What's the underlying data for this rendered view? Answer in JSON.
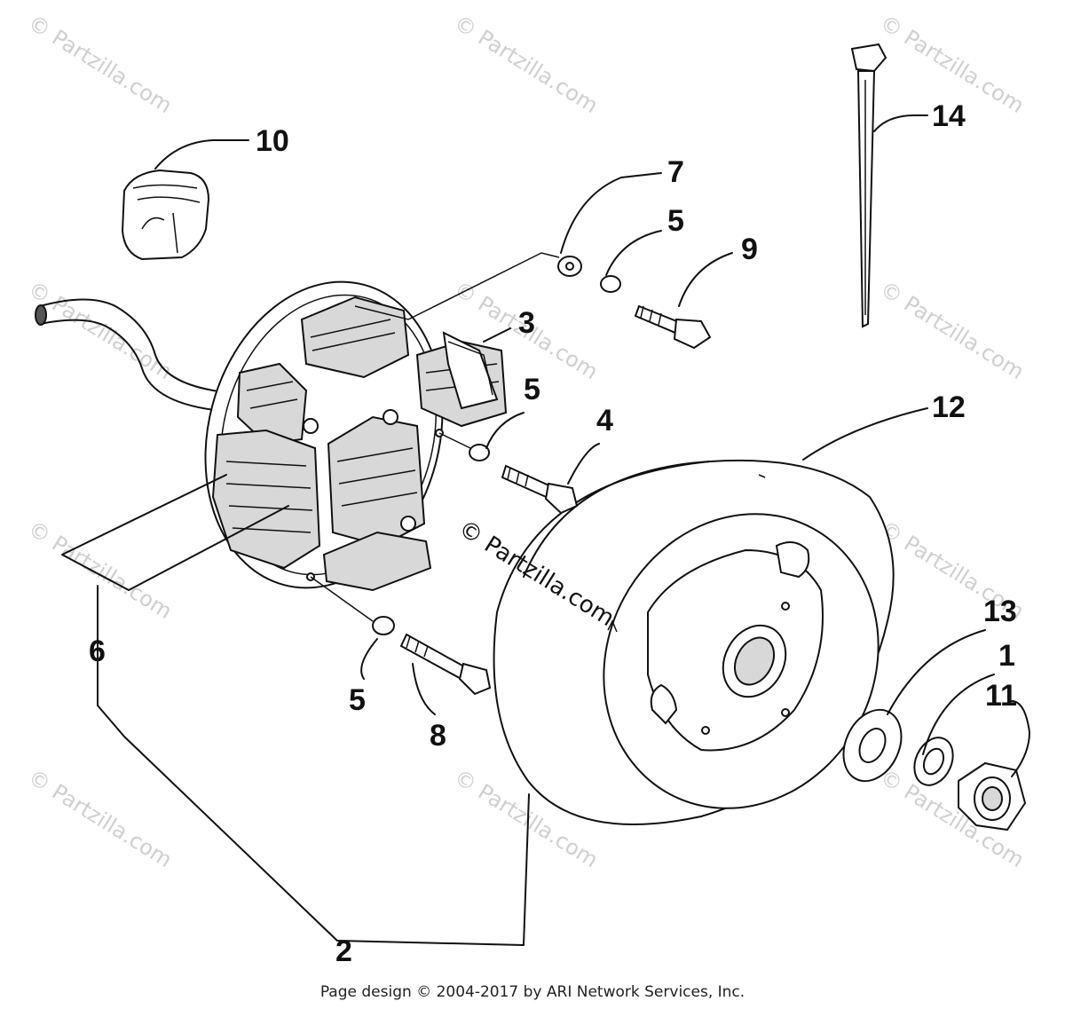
{
  "watermark": {
    "text": "© Partzilla.com",
    "center_text": "© Partzilla.com"
  },
  "callouts": {
    "c1": "1",
    "c2": "2",
    "c3": "3",
    "c4": "4",
    "c5a": "5",
    "c5b": "5",
    "c5c": "5",
    "c6": "6",
    "c7": "7",
    "c8": "8",
    "c9": "9",
    "c10": "10",
    "c11": "11",
    "c12": "12",
    "c13": "13",
    "c14": "14"
  },
  "footer": "Page design © 2004-2017 by ARI Network Services, Inc."
}
